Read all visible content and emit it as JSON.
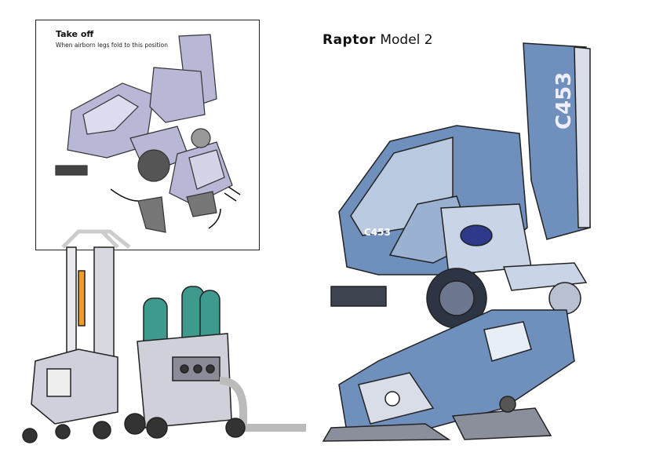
{
  "inset": {
    "title": "Take off",
    "subtitle": "When airborn legs fold to this position"
  },
  "main": {
    "title_bold": "Raptor",
    "title_rest": "Model 2"
  },
  "markings": {
    "tail_code": "C453",
    "body_code": "C453"
  },
  "colors": {
    "mech_blue": "#6f8fbd",
    "mech_light": "#c9d4e6",
    "mech_dark": "#2d3545",
    "inset_lavender": "#b9b7d6",
    "tank_teal": "#3f9a8e",
    "stripe_orange": "#f09a2a"
  }
}
